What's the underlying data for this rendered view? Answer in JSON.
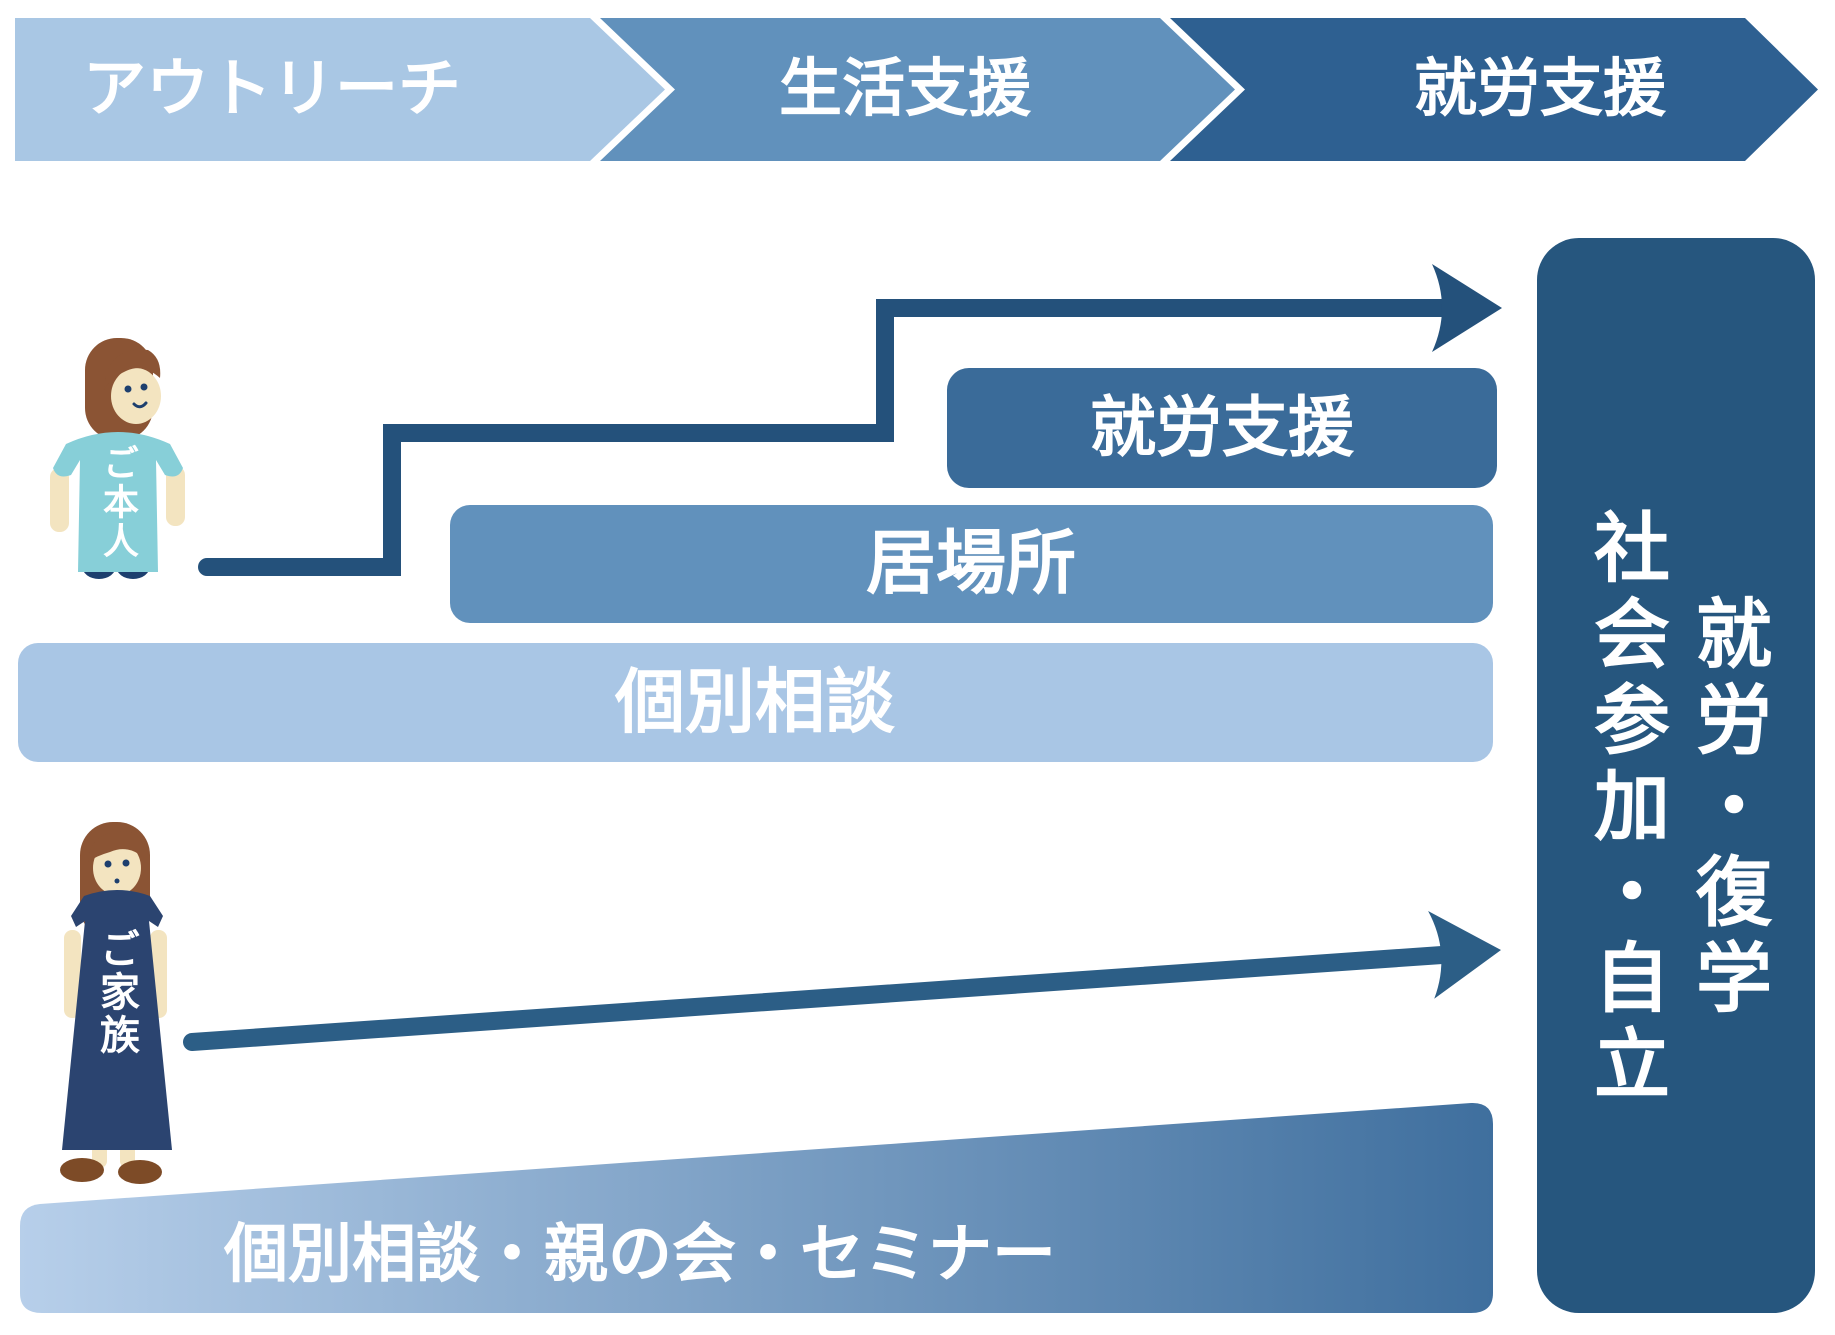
{
  "title_banner": {
    "steps": [
      {
        "label": "アウトリーチ"
      },
      {
        "label": "生活支援"
      },
      {
        "label": "就労支援"
      }
    ]
  },
  "individual_track": {
    "actor_label": "ご本人",
    "employment_bar": "就労支援",
    "place_bar": "居場所",
    "consult_bar": "個別相談"
  },
  "family_track": {
    "actor_label": "ご家族",
    "support_bar": "個別相談・親の会・セミナー"
  },
  "goal_panel": {
    "first_line": "就労・復学",
    "second_line": "社会参加・自立"
  },
  "colors": {
    "banner_light_blue": "#a9c7e4",
    "banner_mid_blue": "#6191bc",
    "banner_dark_blue": "#2e6091",
    "employment_bar_blue": "#3a6b99",
    "place_bar_blue": "#6191bc",
    "consult_bar_blue": "#a9c6e5",
    "goal_panel_navy": "#26567e",
    "stair_line_navy": "#24517b",
    "family_arrow_blue": "#2c5e86",
    "wedge_gradient_left": "#b7cfea",
    "wedge_gradient_right": "#3f6f9e"
  }
}
